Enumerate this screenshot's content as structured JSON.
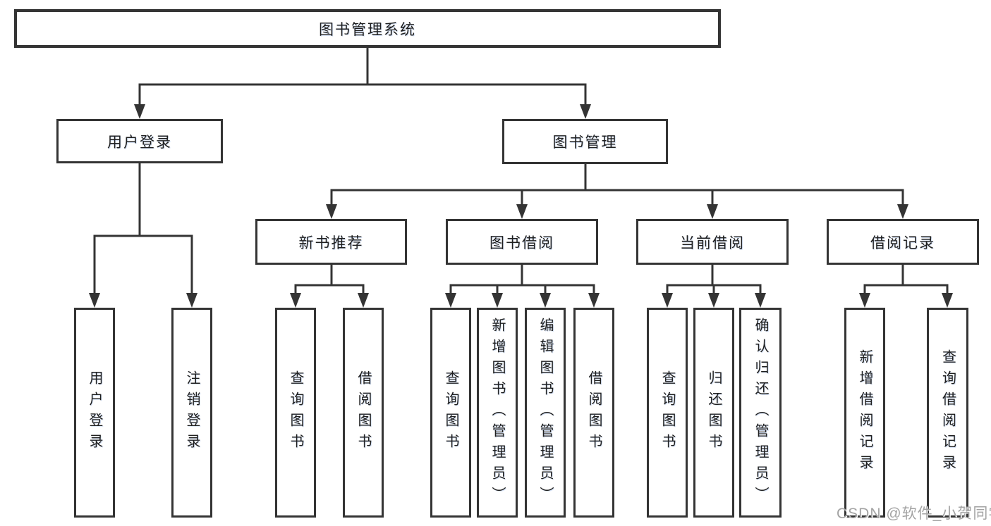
{
  "tree": {
    "label": "图书管理系统",
    "children": [
      {
        "label": "用户登录",
        "children": [
          {
            "label": "用户登录"
          },
          {
            "label": "注销登录"
          }
        ]
      },
      {
        "label": "图书管理",
        "children": [
          {
            "label": "新书推荐",
            "children": [
              {
                "label": "查询图书"
              },
              {
                "label": "借阅图书"
              }
            ]
          },
          {
            "label": "图书借阅",
            "children": [
              {
                "label": "查询图书"
              },
              {
                "label": "新增图书（管理员）"
              },
              {
                "label": "编辑图书（管理员）"
              },
              {
                "label": "借阅图书"
              }
            ]
          },
          {
            "label": "当前借阅",
            "children": [
              {
                "label": "查询图书"
              },
              {
                "label": "归还图书"
              },
              {
                "label": "确认归还（管理员）"
              }
            ]
          },
          {
            "label": "借阅记录",
            "children": [
              {
                "label": "新增借阅记录"
              },
              {
                "label": "查询借阅记录"
              }
            ]
          }
        ]
      }
    ]
  },
  "watermark": "CSDN @软件_小贺同学",
  "colors": {
    "line": "#343434",
    "box_border": "#343434",
    "text": "#1f1f1f",
    "watermark": "#a3a3a3",
    "background": "#ffffff"
  }
}
